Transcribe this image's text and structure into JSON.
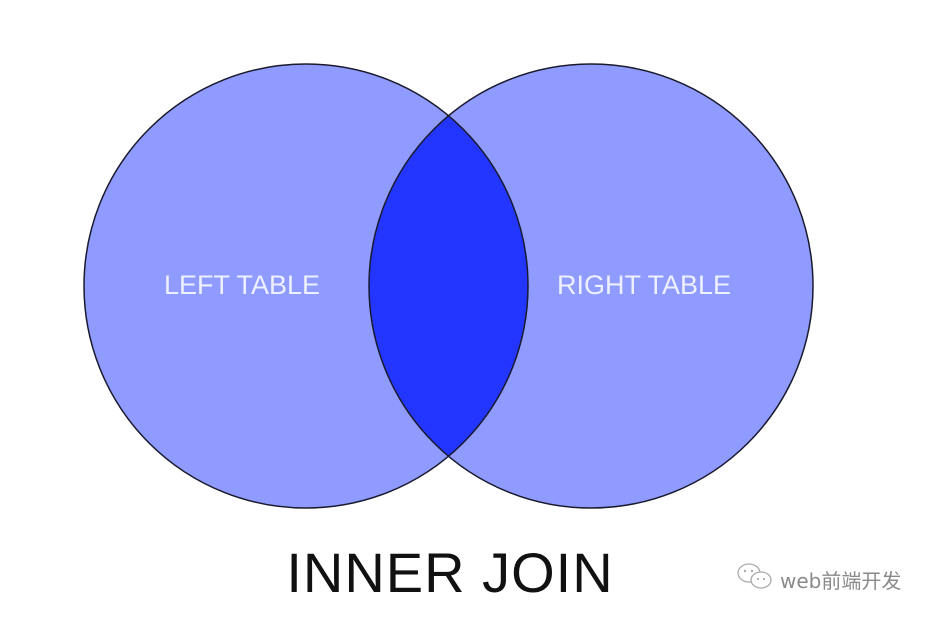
{
  "diagram": {
    "left_label": "LEFT TABLE",
    "right_label": "RIGHT TABLE",
    "title": "INNER JOIN",
    "colors": {
      "circle": "#8f9bff",
      "intersection": "#2236ff",
      "stroke": "#1a1a2e",
      "label": "#eef0ff",
      "title": "#111111"
    }
  },
  "watermark": {
    "icon": "wechat-icon",
    "text": "web前端开发"
  }
}
